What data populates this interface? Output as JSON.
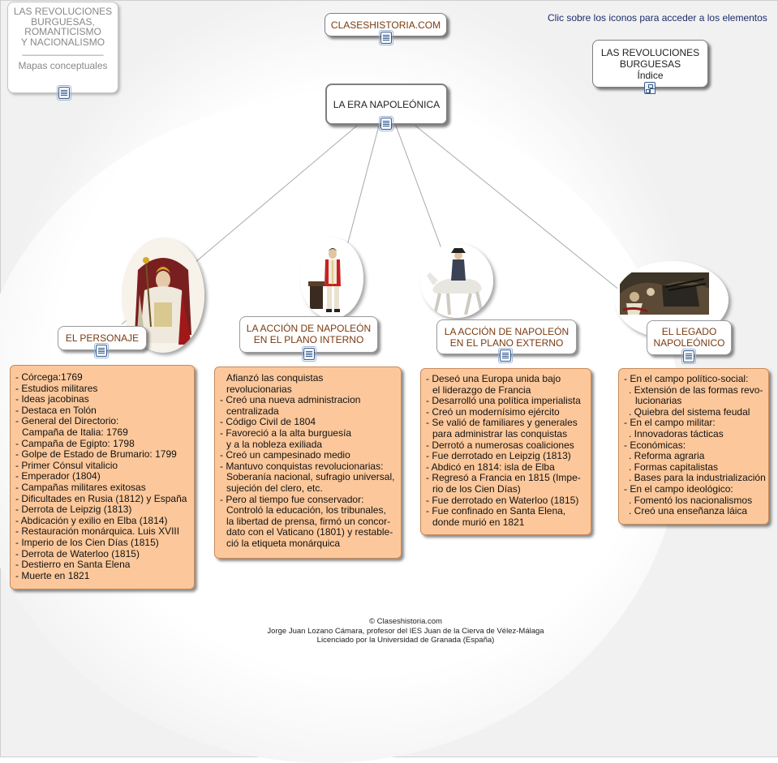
{
  "hint": "Clic sobre los iconos para acceder a los elementos",
  "top_left": {
    "lines": [
      "LAS REVOLUCIONES",
      "BURGUESAS,",
      "ROMANTICISMO",
      "Y NACIONALISMO",
      "_______________"
    ],
    "subtitle": "Mapas conceptuales",
    "icon": "document-icon"
  },
  "site": {
    "label": "CLASESHISTORIA.COM",
    "icon": "document-icon"
  },
  "index": {
    "lines": [
      "LAS REVOLUCIONES",
      "BURGUESAS"
    ],
    "sub": "Índice",
    "icon": "concept-map-icon"
  },
  "center": {
    "label": "LA ERA NAPOLEÓNICA",
    "icon": "document-icon"
  },
  "branches": [
    {
      "title_lines": [
        "EL PERSONAJE"
      ],
      "icon": "document-icon",
      "image": "napoleon-throne-portrait",
      "items": [
        "- Córcega:1769",
        "- Estudios militares",
        "- Ideas jacobinas",
        "- Destaca en Tolón",
        "- General del Directorio:",
        "  Campaña de Italia: 1769",
        "- Campaña de Egipto: 1798",
        "- Golpe de Estado de Brumario: 1799",
        "- Primer Cónsul vitalicio",
        "- Emperador (1804)",
        "- Campañas militares exitosas",
        "- Dificultades en Rusia (1812) y España",
        "- Derrota de Leipzig (1813)",
        "- Abdicación y exilio en Elba (1814)",
        "- Restauración monárquica. Luis XVIII",
        "- Imperio de los Cien Días (1815)",
        "- Derrota de Waterloo (1815)",
        "- Destierro en Santa Elena",
        "- Muerte en 1821"
      ]
    },
    {
      "title_lines": [
        "LA ACCIÓN DE NAPOLEÓN",
        "EN EL PLANO INTERNO"
      ],
      "icon": "document-icon",
      "image": "napoleon-standing-portrait",
      "items": [
        "  Afianzó las conquistas",
        "  revolucionarias",
        "- Creó una nueva administracion",
        "  centralizada",
        "- Código Civil de 1804",
        "- Favoreció a la alta burguesía",
        "  y a la nobleza exiliada",
        "- Creó un campesinado medio",
        "- Mantuvo conquistas revolucionarias:",
        "  Soberanía nacional, sufragio universal,",
        "  sujeción del clero, etc.",
        "- Pero al tiempo fue conservador:",
        "  Controló la educación, los tribunales,",
        "  la libertad de prensa, firmó un concor-",
        "  dato con el Vaticano (1801) y restable-",
        "  ció la etiqueta monárquica"
      ]
    },
    {
      "title_lines": [
        "LA ACCIÓN DE NAPOLEÓN",
        "EN EL PLANO EXTERNO"
      ],
      "icon": "document-icon",
      "image": "napoleon-on-horse",
      "items": [
        "- Deseó una Europa unida bajo",
        "  el liderazgo de Francia",
        "- Desarrolló una política imperialista",
        "- Creó un modernísimo ejército",
        "- Se valió de familiares y generales",
        "  para administrar las conquistas",
        "- Derrotó a numerosas coaliciones",
        "- Fue derrotado en Leipzig (1813)",
        "- Abdicó en 1814: isla de Elba",
        "- Regresó a Francia  en 1815 (Impe-",
        "  rio de los Cien Días)",
        "- Fue derrotado en Waterloo (1815)",
        "- Fue confinado en Santa Elena,",
        "  donde murió en 1821"
      ]
    },
    {
      "title_lines": [
        "EL LEGADO",
        "NAPOLEÓNICO"
      ],
      "icon": "document-icon",
      "image": "battle-scene-painting",
      "items": [
        "- En el campo político-social:",
        "  . Extensión de las formas revo-",
        "    lucionarias",
        "  . Quiebra del sistema feudal",
        "- En el campo militar:",
        "  . Innovadoras tácticas",
        "- Económicas:",
        "  . Reforma agraria",
        "  . Formas capitalistas",
        "  . Bases para la industrialización",
        "- En el campo ideológico:",
        "  . Fomentó los nacionalismos",
        "  . Creó una enseñanza láica"
      ]
    }
  ],
  "footer": [
    "© Claseshistoria.com",
    "Jorge Juan Lozano Cámara, profesor del IES Juan de la Cierva de Vélez-Málaga",
    "Licenciado por la Universidad de Granada (España)"
  ],
  "colors": {
    "info_fill": "#fcc89b",
    "title_text": "#7a3a10",
    "link_line": "#a9a9a9",
    "hint_text": "#1c2c6b"
  }
}
